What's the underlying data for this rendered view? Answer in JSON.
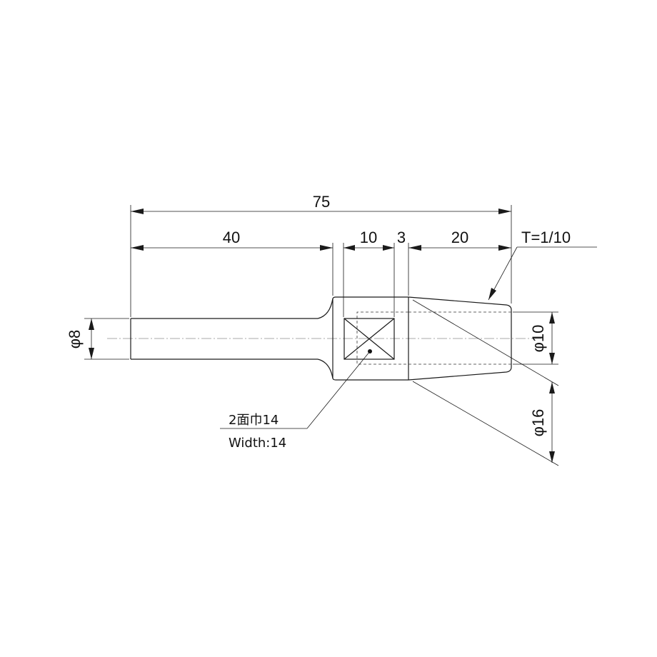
{
  "dimensions": {
    "overall_length": "75",
    "shank_length": "40",
    "flat_length": "10",
    "gap_length": "3",
    "taper_length": "20",
    "shank_diameter": "φ8",
    "taper_diameter": "φ10",
    "body_diameter": "φ16"
  },
  "notes": {
    "taper": "T=1/10",
    "flat_width_jp": "2面巾14",
    "flat_width_en": "Width:14"
  }
}
